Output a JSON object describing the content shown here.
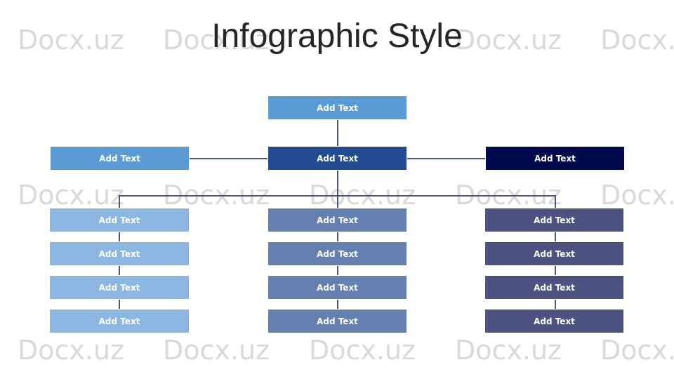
{
  "watermark": "Docx.uz",
  "title": "Infographic Style",
  "nodes": {
    "top": "Add Text",
    "left": "Add Text",
    "center": "Add Text",
    "right": "Add Text",
    "col1": [
      "Add Text",
      "Add Text",
      "Add Text",
      "Add Text"
    ],
    "col2": [
      "Add Text",
      "Add Text",
      "Add Text",
      "Add Text"
    ],
    "col3": [
      "Add Text",
      "Add Text",
      "Add Text",
      "Add Text"
    ]
  },
  "colors": {
    "top": "#5b9bd5",
    "left": "#5b9bd5",
    "center": "#224b92",
    "right": "#000a4c",
    "col1": "#8db7e2",
    "col2": "#657fb0",
    "col3": "#4d5381",
    "connector": "#4a5580"
  }
}
